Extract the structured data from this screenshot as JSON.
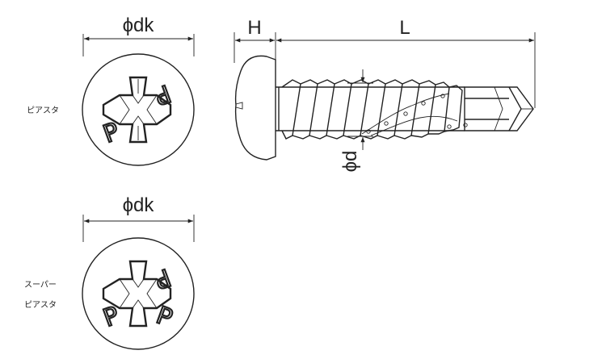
{
  "labels": {
    "head_dia_top": "ϕdk",
    "head_dia_bottom": "ϕdk",
    "head_height": "H",
    "length": "L",
    "thread_dia": "ϕd",
    "variant_1_line1": "ピアスタ",
    "variant_2_line1": "スーパー",
    "variant_2_line2": "ピアスタ"
  },
  "colors": {
    "line": "#222222",
    "background": "#ffffff"
  }
}
